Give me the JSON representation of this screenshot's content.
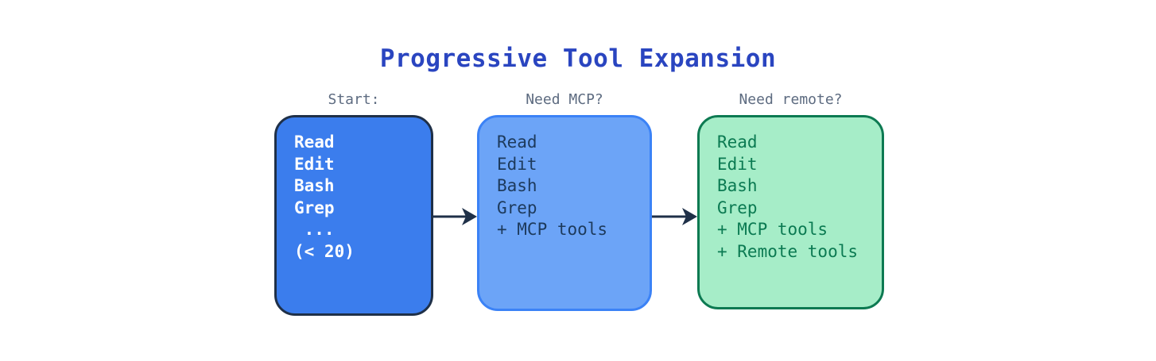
{
  "diagram": {
    "title": "Progressive Tool Expansion",
    "type": "flow",
    "background_color": "#ffffff",
    "title_color": "#2a45c0",
    "label_color": "#5d6b80",
    "arrow_color": "#1f3048",
    "stages": [
      {
        "label": "Start:",
        "lines": [
          "Read",
          "Edit",
          "Bash",
          "Grep",
          " ...",
          "(< 20)"
        ],
        "text": "Read\nEdit\nBash\nGrep\n ...\n(< 20)",
        "fill_color": "#3b7ded",
        "border_color": "#1f3048",
        "text_color": "#ffffff"
      },
      {
        "label": "Need MCP?",
        "lines": [
          "Read",
          "Edit",
          "Bash",
          "Grep",
          "+ MCP tools"
        ],
        "text": "Read\nEdit\nBash\nGrep\n+ MCP tools",
        "fill_color": "#6ca4f7",
        "border_color": "#3b82f6",
        "text_color": "#1d3a5c"
      },
      {
        "label": "Need remote?",
        "lines": [
          "Read",
          "Edit",
          "Bash",
          "Grep",
          "+ MCP tools",
          "+ Remote tools"
        ],
        "text": "Read\nEdit\nBash\nGrep\n+ MCP tools\n+ Remote tools",
        "fill_color": "#a6edc8",
        "border_color": "#0d7a52",
        "text_color": "#0b7a52"
      }
    ],
    "connectors": [
      {
        "name": "arrow-stage1-to-stage2",
        "from": "Start:",
        "to": "Need MCP?",
        "style": "solid-arrow-right"
      },
      {
        "name": "arrow-stage2-to-stage3",
        "from": "Need MCP?",
        "to": "Need remote?",
        "style": "solid-arrow-right"
      }
    ]
  }
}
